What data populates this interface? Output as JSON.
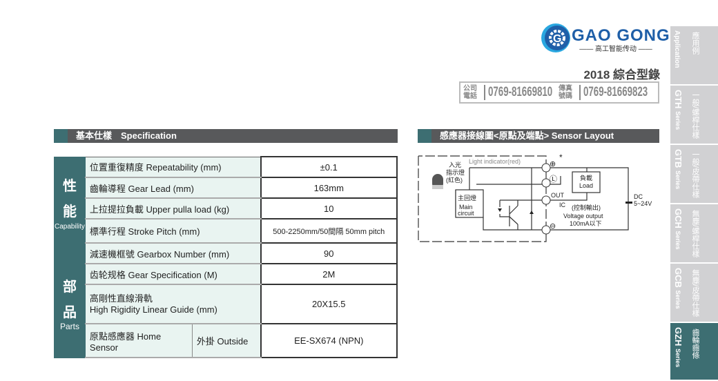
{
  "brand": {
    "name": "GAO GONG",
    "subtitle": "高工智能传动",
    "catalog": "2018 綜合型錄"
  },
  "contact": {
    "phone_label": "公司電話",
    "phone": "0769-81669810",
    "fax_label": "傳真號碼",
    "fax": "0769-81669823"
  },
  "spec": {
    "title": "基本仕樣　Specification",
    "capability": {
      "zh": "性能",
      "zh1": "性",
      "zh2": "能",
      "en": "Capability"
    },
    "parts": {
      "zh1": "部",
      "zh2": "品",
      "en": "Parts"
    },
    "rows": [
      {
        "label": "位置重復精度  Repeatability (mm)",
        "value": "±0.1"
      },
      {
        "label": "齒輪導程  Gear Lead (mm)",
        "value": "163mm"
      },
      {
        "label": "上拉提拉負載  Upper pulla load (kg)",
        "value": "10"
      },
      {
        "label": "標準行程 Stroke Pitch (mm)",
        "value": "500-2250mm/50間隔  50mm pitch"
      },
      {
        "label": "減速機框號 Gearbox Number (mm)",
        "value": "90"
      },
      {
        "label": "齿轮规格 Gear Specification (M)",
        "value": "2M"
      },
      {
        "label": "高剛性直線滑軌",
        "label2": "High Rigidity Linear Guide (mm)",
        "value": "20X15.5"
      },
      {
        "label": "原點感應器 Home Sensor",
        "sub": "外掛 Outside",
        "value": "EE-SX674 (NPN)"
      }
    ]
  },
  "sensor": {
    "title": "感應器接線圖<原點及端點>  Sensor Layout",
    "light_indicator": "Light indicator(red)",
    "incident": "入光",
    "indicator_zh": "指示燈",
    "red_zh": "(紅色)",
    "main_zh": "主回燈",
    "main_en1": "Main",
    "main_en2": "circuit",
    "load_zh": "負載",
    "load_en": "Load",
    "out": "OUT",
    "ic": "IC",
    "control_zh": "(控制輸出)",
    "voltage_output": "Voltage output",
    "current": "100mA以下",
    "dc": "DC",
    "dc_range": "5~24V",
    "plus": "⊕",
    "l": "Ⓛ",
    "minus": "⊖",
    "asterisk": "*"
  },
  "tabs": [
    {
      "zh": "應用例",
      "en": "Application",
      "series": ""
    },
    {
      "zh": "一般/螺桿仕樣",
      "en": "GTH",
      "series": "Series"
    },
    {
      "zh": "一般/皮帶仕樣",
      "en": "GTB",
      "series": "Series"
    },
    {
      "zh": "無塵/螺桿仕樣",
      "en": "GCH",
      "series": "Series"
    },
    {
      "zh": "無塵/皮帶仕樣",
      "en": "GCB",
      "series": "Series"
    },
    {
      "zh": "齒輪齒條",
      "en": "GZH",
      "series": "Series"
    }
  ],
  "colors": {
    "teal": "#3d6e72",
    "brand_blue": "#1f5fa8",
    "bar_gray": "#58595b"
  }
}
